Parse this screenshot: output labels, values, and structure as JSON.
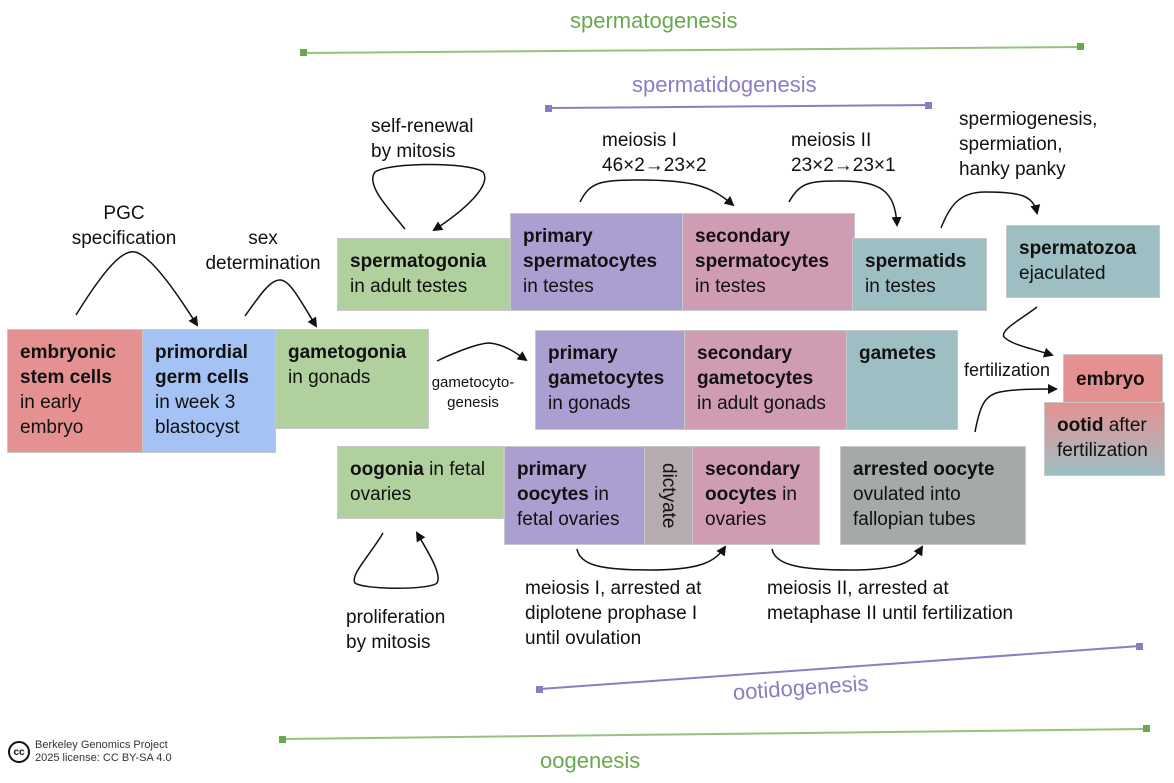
{
  "colors": {
    "embryo_red": "#e69191",
    "pgc_blue": "#a4c2f4",
    "gonia_green": "#b0d19e",
    "primary_purple": "#aa9fd0",
    "secondary_pink": "#d09cb4",
    "gamete_teal": "#9dbfc4",
    "arrested_gray": "#a5aaa9",
    "dictyate_taupe": "#b6abb1",
    "span_green": "#6aa84f",
    "span_purple": "#8e7cc3"
  },
  "spans": {
    "spermatogenesis": "spermatogenesis",
    "spermatidogenesis": "spermatidogenesis",
    "ootidogenesis": "ootidogenesis",
    "oogenesis": "oogenesis"
  },
  "middle_row": {
    "embryonic": {
      "bold": "embryonic stem cells",
      "rest": "in early embryo"
    },
    "pgc": {
      "bold": "primordial germ cells",
      "rest": "in week 3 blastocyst"
    },
    "gametogonia": {
      "bold": "gametogonia",
      "rest": "in gonads"
    },
    "primary_gametocytes": {
      "bold": "primary gametocytes",
      "rest": "in gonads"
    },
    "secondary_gametocytes": {
      "bold": "secondary gametocytes",
      "rest": "in adult gonads"
    },
    "gametes": {
      "bold": "gametes",
      "rest": ""
    }
  },
  "top_row": {
    "spermatogonia": {
      "bold": "spermatogonia",
      "rest": "in adult testes"
    },
    "primary_spermatocytes": {
      "bold": "primary spermatocytes",
      "rest": "in testes"
    },
    "secondary_spermatocytes": {
      "bold": "secondary spermatocytes",
      "rest": "in testes"
    },
    "spermatids": {
      "bold": "spermatids",
      "rest": "in testes"
    },
    "spermatozoa": {
      "bold": "spermatozoa",
      "rest": "ejaculated"
    }
  },
  "bottom_row": {
    "oogonia": {
      "bold": "oogonia",
      "rest": " in fetal ovaries"
    },
    "primary_oocytes": {
      "bold1": "primary",
      "bold2": "oocytes",
      "rest": " in fetal ovaries"
    },
    "dictyate": "dictyate",
    "secondary_oocytes": {
      "bold1": "secondary",
      "bold2": "oocytes",
      "rest": " in ovaries"
    },
    "arrested_oocyte": {
      "bold": "arrested oocyte",
      "rest": "ovulated into fallopian tubes"
    }
  },
  "right": {
    "embryo": "embryo",
    "ootid": {
      "bold": "ootid",
      "rest": " after fertilization"
    }
  },
  "labels": {
    "pgc_spec": [
      "PGC",
      "specification"
    ],
    "sex_det": [
      "sex",
      "determination"
    ],
    "self_renewal": [
      "self-renewal",
      "by mitosis"
    ],
    "meiosis1": [
      "meiosis I",
      "46×2→23×2"
    ],
    "meiosis2": [
      "meiosis II",
      "23×2→23×1"
    ],
    "spermio": [
      "spermiogenesis,",
      "spermiation,",
      "hanky panky"
    ],
    "gametocyto": [
      "gametocyto-",
      "genesis"
    ],
    "fertilization": "fertilization",
    "proliferation": [
      "proliferation",
      "by mitosis"
    ],
    "oo_meiosis1": [
      "meiosis I, arrested at",
      "diplotene prophase I",
      "until ovulation"
    ],
    "oo_meiosis2": [
      "meiosis II, arrested at",
      "metaphase II until fertilization"
    ]
  },
  "footer": {
    "cc_icon": "cc",
    "line1": "Berkeley Genomics Project",
    "line2": "2025 license: CC BY-SA 4.0"
  }
}
